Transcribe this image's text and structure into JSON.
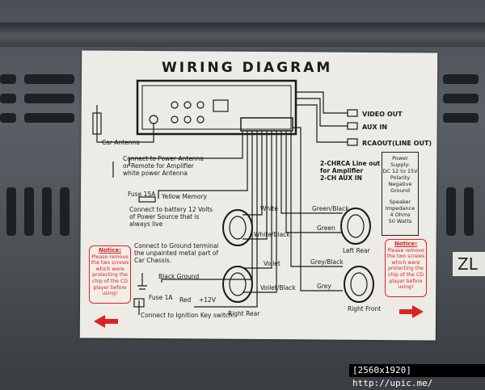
{
  "diagram": {
    "title": "WIRING DIAGRAM",
    "outputs": [
      "VIDEO OUT",
      "AUX IN",
      "RCAOUT(LINE OUT)"
    ],
    "rca_note": [
      "2-CHRCA Line out",
      "for Amplifier",
      "2-CH AUX IN"
    ],
    "power_box": [
      "Power",
      "Supply:",
      "DC 12 to 15V",
      "Polarity",
      "Negative",
      "Ground",
      "",
      "Speaker",
      "Impedance",
      "4  Ohms",
      "50 Watts"
    ],
    "left_labels": {
      "car_antenna": "Car Antenna",
      "power_antenna": [
        "Connect to Power Antenna",
        "or Remote for Amplifier",
        "white power Antenna"
      ],
      "fuse15": "Fuse 15A",
      "yellow_memory": "Yellow Memory",
      "battery": [
        "Connect to battery 12 Volts",
        "of Power Source that is",
        "always live"
      ],
      "ground": [
        "Connect to Ground terminal",
        "the unpainted metal part of",
        "Car Chassis."
      ],
      "black_ground": "Black Ground",
      "fuse1": "Fuse 1A",
      "red": "Red",
      "plus12": "+12V",
      "ignition": "Connect to Ignition Key switch.",
      "right_rear": "Right Rear"
    },
    "wire_labels": {
      "white": "White",
      "white_black": "White/Black",
      "voilet": "Voilet",
      "voilet_black": "Voilet/Black",
      "green_black": "Green/Black",
      "green": "Green",
      "grey_black": "Grey/Black",
      "grey": "Grey",
      "left_rear": "Left Rear",
      "right_front": "Right Front"
    },
    "notice": [
      "Notice:",
      "Please remove",
      "the two screws",
      "which were",
      "protecting the",
      "chip of the CD",
      "player before",
      "using!"
    ]
  },
  "side_label": "ZL",
  "watermark": "[2560x1920] http://upic.me/"
}
